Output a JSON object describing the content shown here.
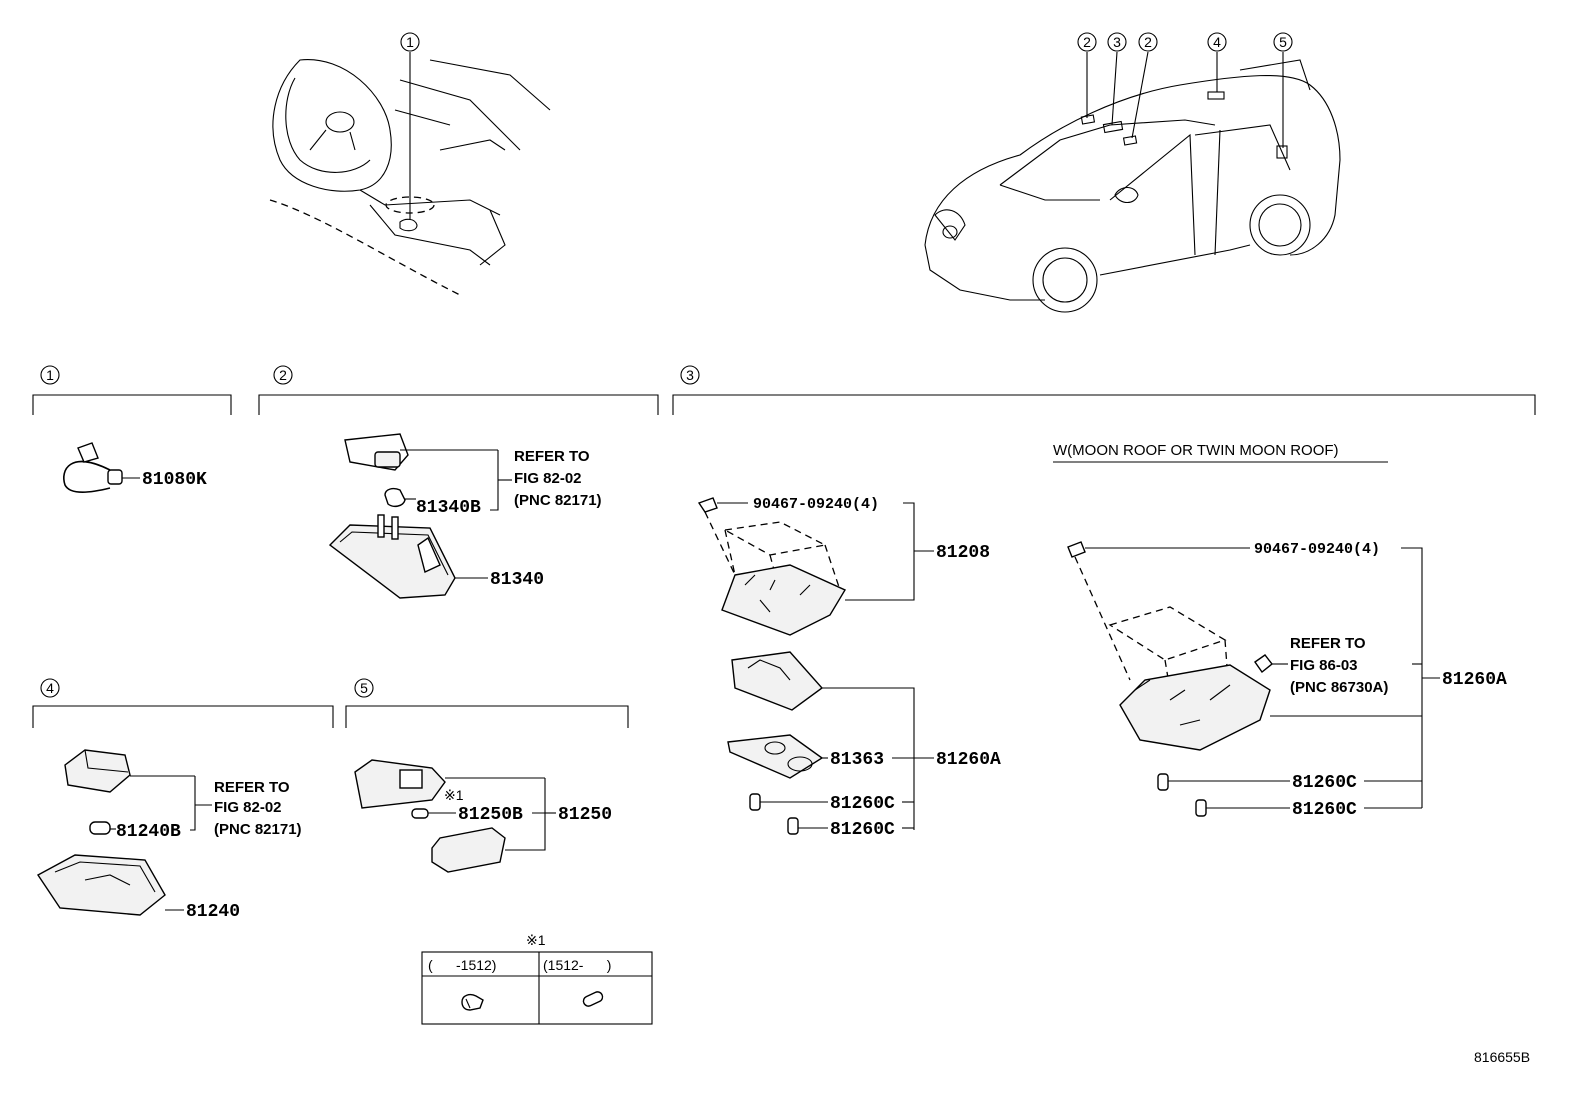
{
  "sections": [
    {
      "num": "1"
    },
    {
      "num": "2"
    },
    {
      "num": "3"
    },
    {
      "num": "4"
    },
    {
      "num": "5"
    }
  ],
  "callouts": {
    "dash": "1",
    "car": [
      "2",
      "3",
      "2",
      "4",
      "5"
    ]
  },
  "parts": {
    "p81080K": "81080K",
    "p81340B": "81340B",
    "p81340": "81340",
    "p90467_a": "90467-09240(4)",
    "p81208": "81208",
    "p81363": "81363",
    "p81260A_a": "81260A",
    "p81260C_a1": "81260C",
    "p81260C_a2": "81260C",
    "p90467_b": "90467-09240(4)",
    "p81260A_b": "81260A",
    "p81260C_b1": "81260C",
    "p81260C_b2": "81260C",
    "p81240B": "81240B",
    "p81240": "81240",
    "p81250B": "81250B",
    "p81250": "81250"
  },
  "references": {
    "ref2": [
      "REFER TO",
      "FIG 82-02",
      "(PNC 82171)"
    ],
    "ref3": [
      "REFER TO",
      "FIG 86-03",
      "(PNC 86730A)"
    ],
    "ref4": [
      "REFER TO",
      "FIG 82-02",
      "(PNC 82171)"
    ]
  },
  "condition": "W(MOON ROOF OR TWIN MOON ROOF)",
  "note": {
    "mark": "※1",
    "table_headers": [
      "(      -1512)",
      "(1512-      )"
    ]
  },
  "figure_id": "816655B"
}
